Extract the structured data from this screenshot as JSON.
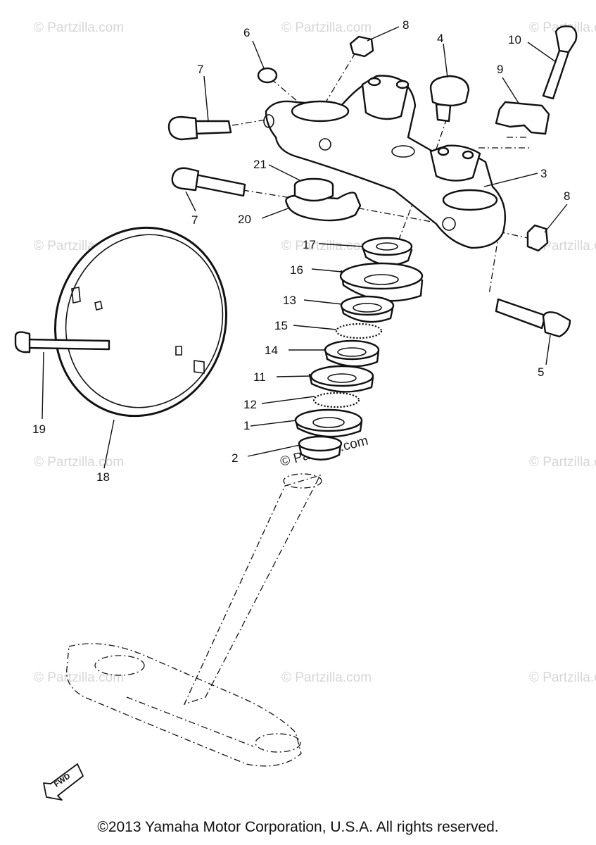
{
  "watermark": {
    "text": "© Partzilla.com",
    "center_text": "© Partzilla.com"
  },
  "fwd_label": "FWD",
  "callouts": [
    "1",
    "2",
    "3",
    "4",
    "5",
    "6",
    "7",
    "8",
    "9",
    "10",
    "11",
    "12",
    "13",
    "14",
    "15",
    "16",
    "17",
    "18",
    "19",
    "20",
    "21"
  ],
  "copyright": "©2013 Yamaha Motor Corporation, U.S.A. All rights reserved.",
  "colors": {
    "line": "#111111",
    "watermark": "#d6d6d6",
    "background": "#ffffff"
  }
}
